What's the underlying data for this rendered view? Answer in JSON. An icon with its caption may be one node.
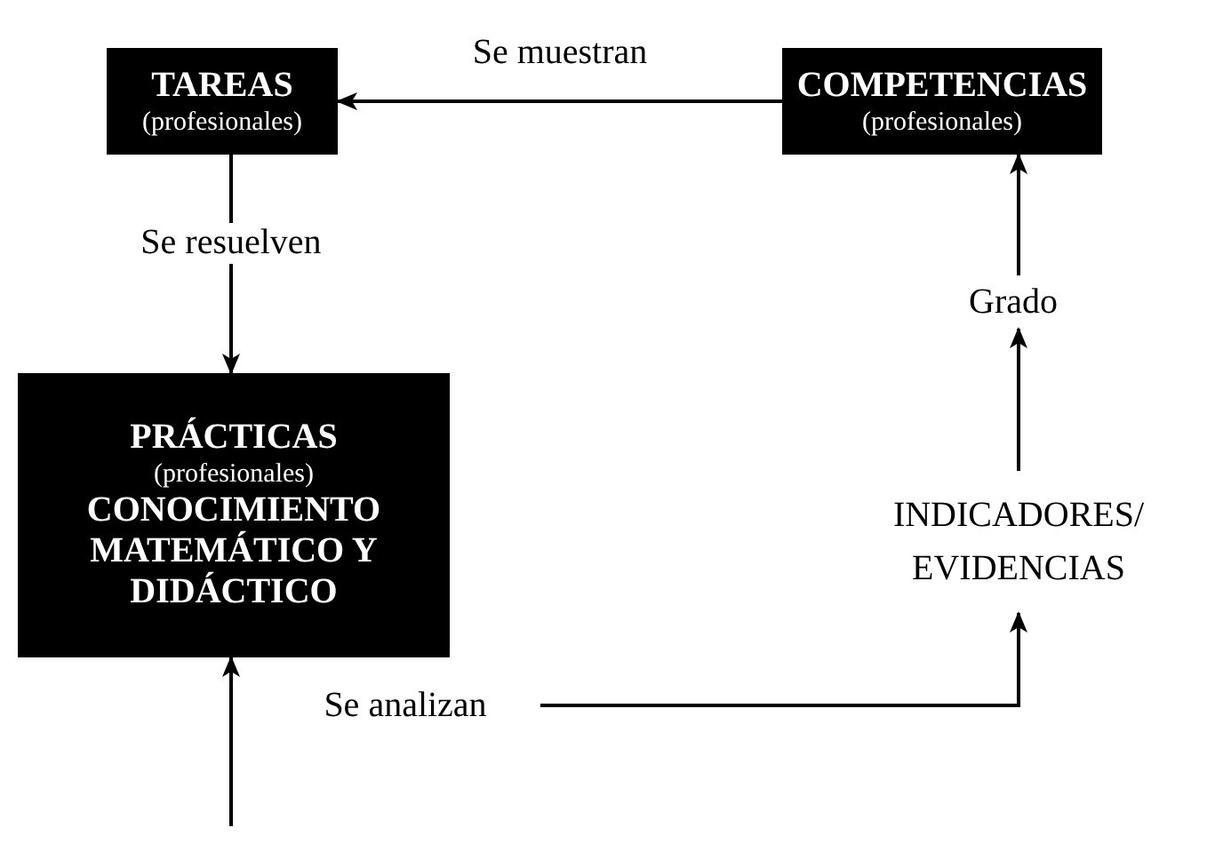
{
  "diagram": {
    "nodes": [
      {
        "text": [
          "TAREAS",
          "(profesionales)"
        ]
      },
      {
        "text": [
          "COMPETENCIAS",
          "(profesionales)"
        ]
      },
      {
        "text": [
          "Grado"
        ]
      },
      {
        "text": [
          "PRÁCTICAS",
          "(profesionales)",
          "CONOCIMIENTO MATEMÁTICO Y DIDÁCTICO"
        ]
      },
      {
        "text": [
          "INDICADORES/ EVIDENCIAS"
        ]
      },
      {
        "text": [
          "Se analizan"
        ]
      }
    ],
    "edges": [
      {
        "from": 1,
        "to": 0,
        "arrow": "to",
        "label": "Se muestran"
      },
      {
        "from": 0,
        "to": 3,
        "arrow": "to",
        "label": "Se resuelven"
      },
      {
        "from": 4,
        "to": 2,
        "arrow": "to"
      },
      {
        "from": 2,
        "to": 1,
        "arrow": "to"
      },
      {
        "from": 5,
        "to": 4,
        "arrow": "to"
      },
      {
        "from": null,
        "to": 3,
        "arrow": "to"
      }
    ]
  }
}
